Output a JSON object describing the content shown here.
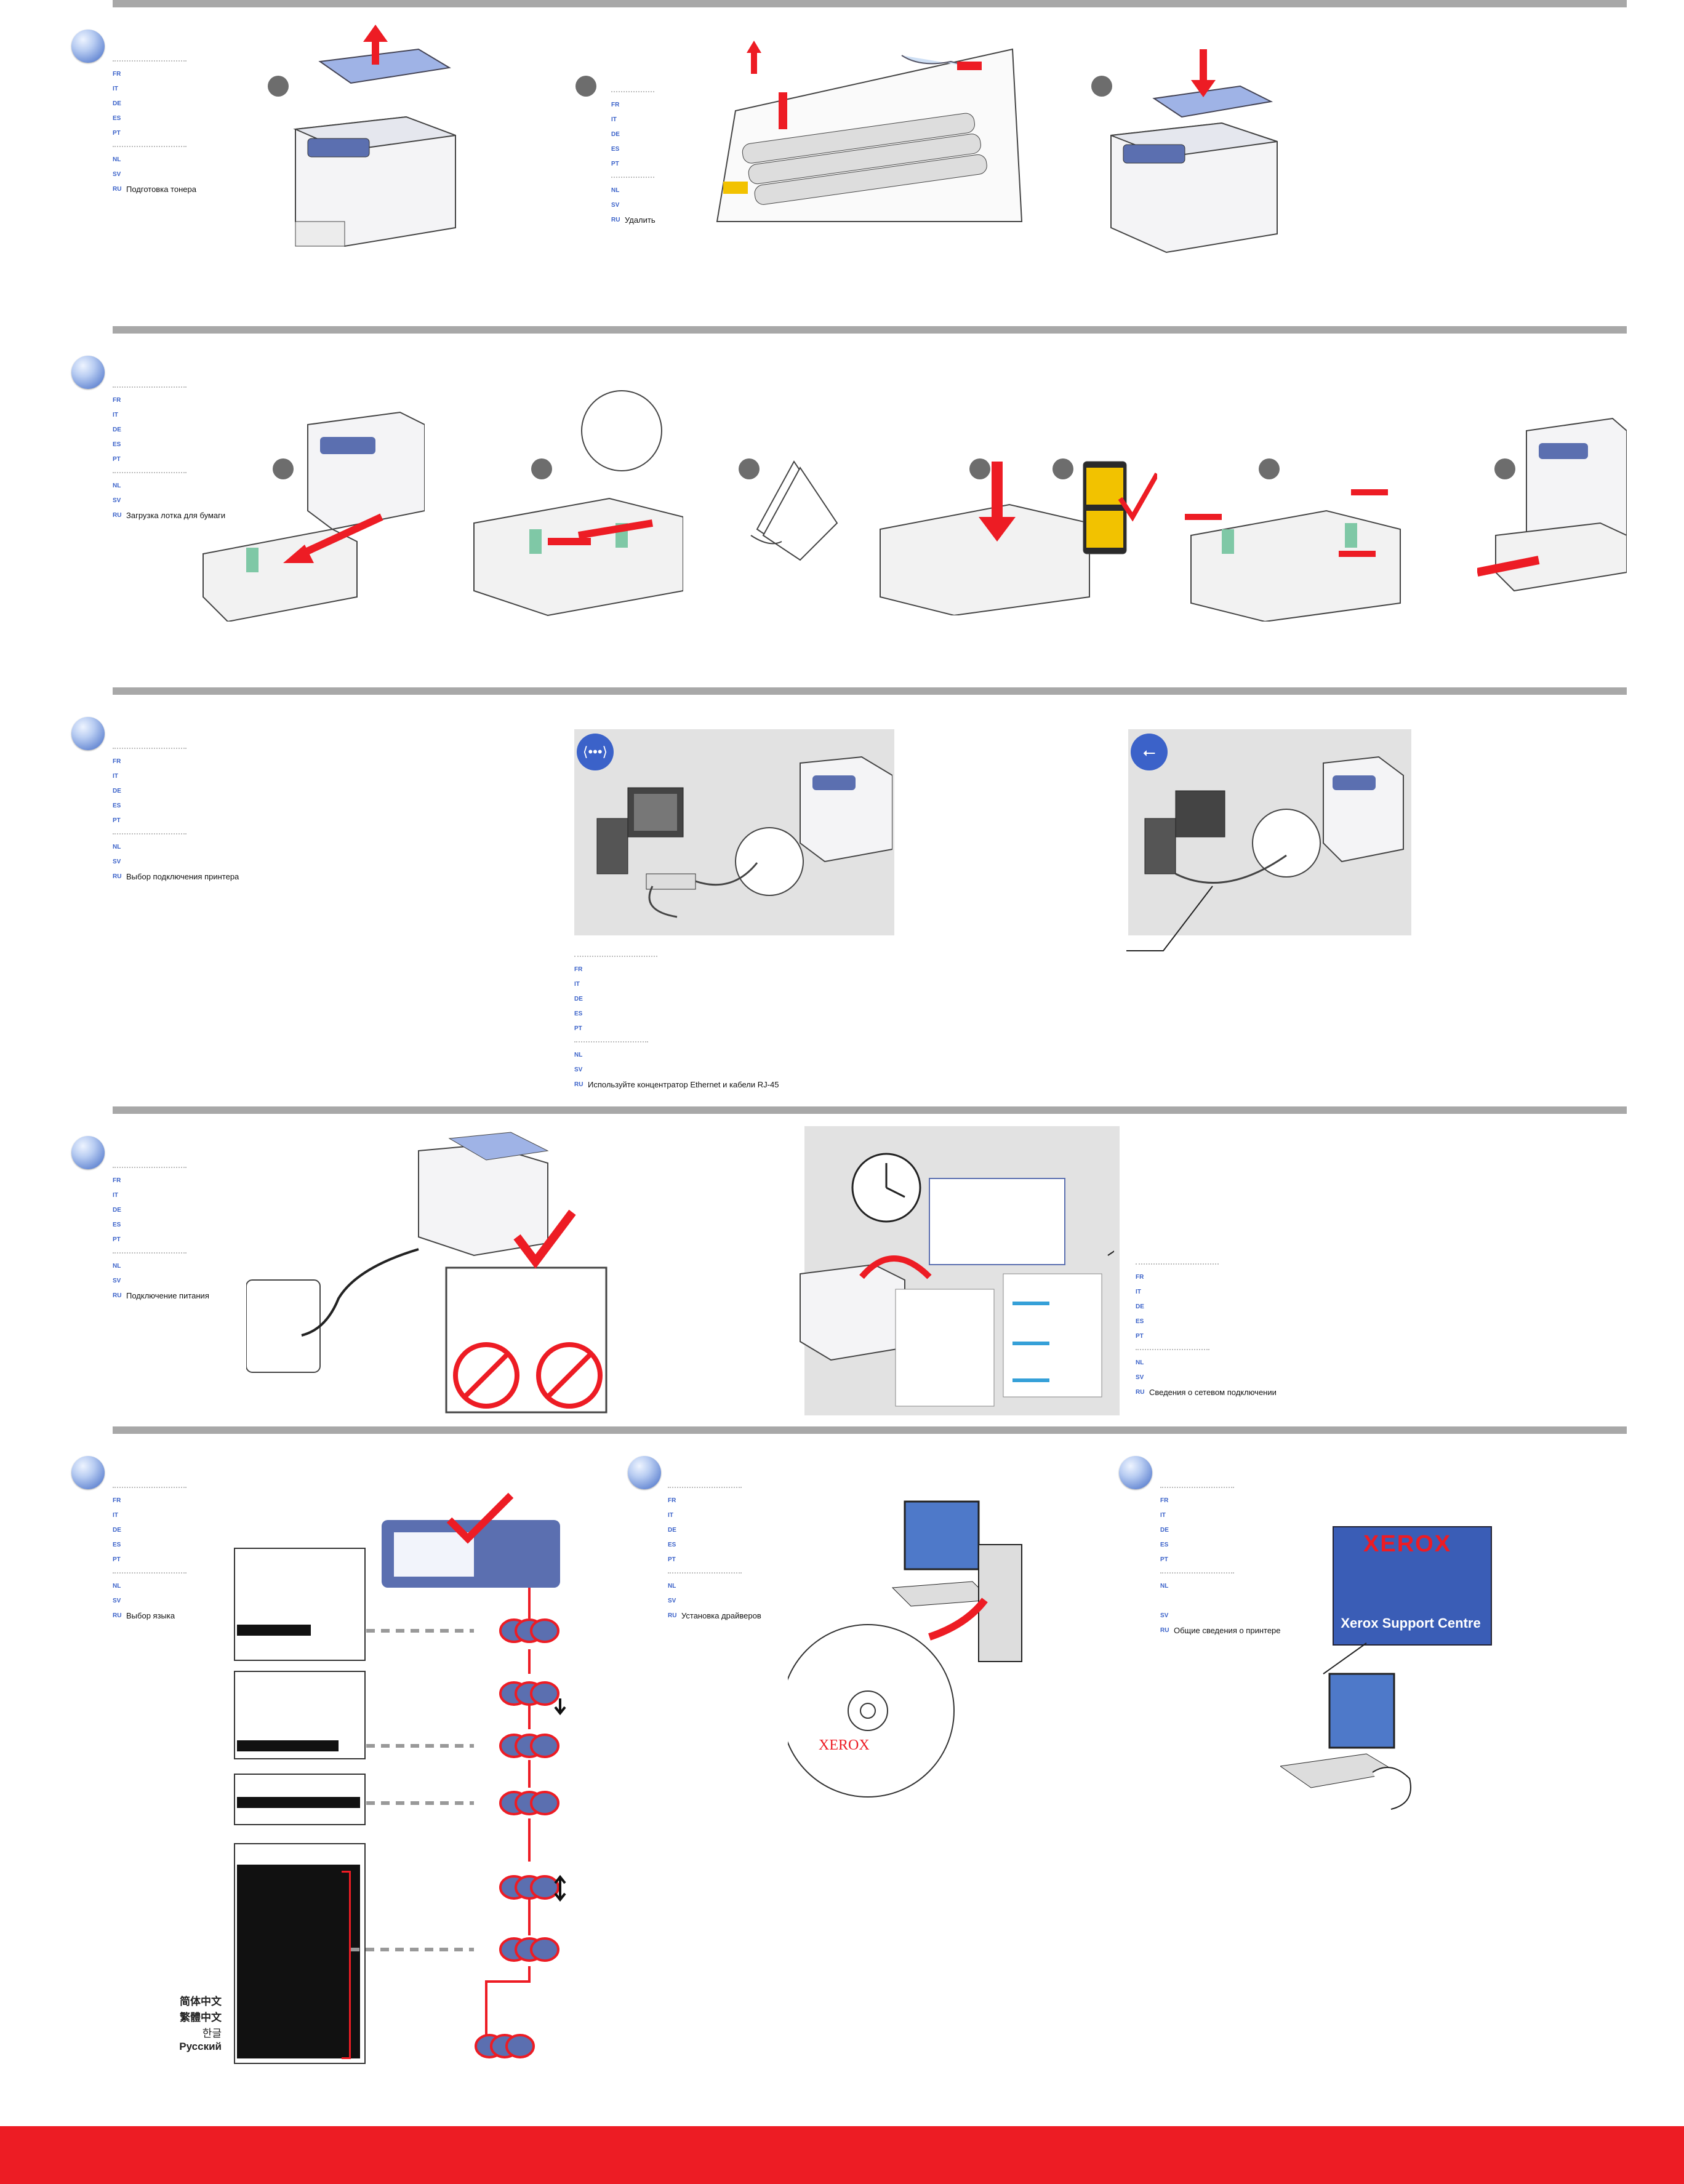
{
  "section1": {
    "ru_label": "Подготовка тонера",
    "remove_label": "Удалить",
    "lang_codes": [
      "FR",
      "IT",
      "DE",
      "ES",
      "PT",
      "NL",
      "SV",
      "RU"
    ]
  },
  "section2": {
    "ru_label": "Загрузка лотка для бумаги"
  },
  "section3": {
    "ru_label": "Выбор подключения принтера",
    "ethernet_note": "Используйте  концентратор Ethernet и кабели RJ-45"
  },
  "section4": {
    "ru_label": "Подключение питания",
    "network_info": "Сведения о сетевом подключении"
  },
  "section5": {
    "language_label": "Выбор языка",
    "drivers_label": "Установка драйверов",
    "printer_info_label": "Общие сведения о принтере",
    "support_centre_title": "XEROX",
    "support_centre_caption": "Xerox Support Centre",
    "cd_brand": "XEROX",
    "languages": [
      "简体中文",
      "繁體中文",
      "한글",
      "Русский"
    ]
  },
  "colors": {
    "accent_red": "#ed1c24",
    "rule_gray": "#a8a8a8",
    "code_blue": "#3b62c9",
    "panel_blue": "#5b6fb0"
  }
}
